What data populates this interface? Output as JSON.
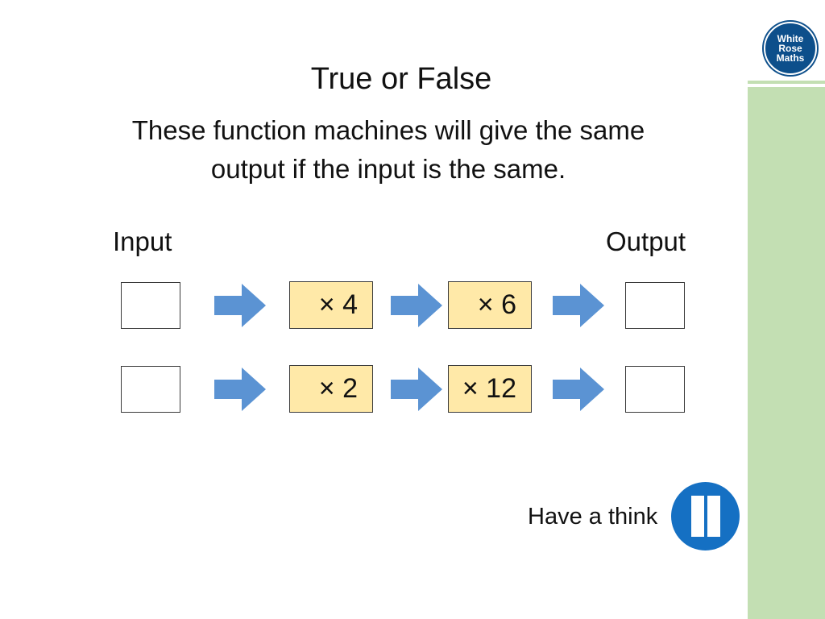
{
  "branding": {
    "logo_lines": [
      "White",
      "Rose",
      "Maths"
    ]
  },
  "slide": {
    "title": "True or False",
    "question_line1": "These function machines will give the same",
    "question_line2": "output if the input is the same.",
    "input_label": "Input",
    "output_label": "Output"
  },
  "machines": [
    {
      "op1": "× 4",
      "op2": "× 6"
    },
    {
      "op1": "× 2",
      "op2": "× 12"
    }
  ],
  "footer": {
    "think_label": "Have a think"
  },
  "colors": {
    "operation_fill": "#ffe9a8",
    "arrow": "#5b93d3",
    "pause_button": "#1570c3",
    "side_strip": "#c3dfb3",
    "logo": "#0d4f8b"
  }
}
